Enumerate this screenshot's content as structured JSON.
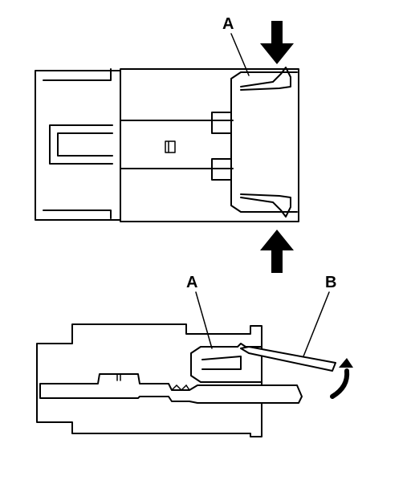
{
  "labels": {
    "top_a": "A",
    "bottom_a": "A",
    "bottom_b": "B"
  },
  "icons": [
    "press-down-arrow-icon",
    "press-up-arrow-icon",
    "rotate-arrow-icon"
  ]
}
